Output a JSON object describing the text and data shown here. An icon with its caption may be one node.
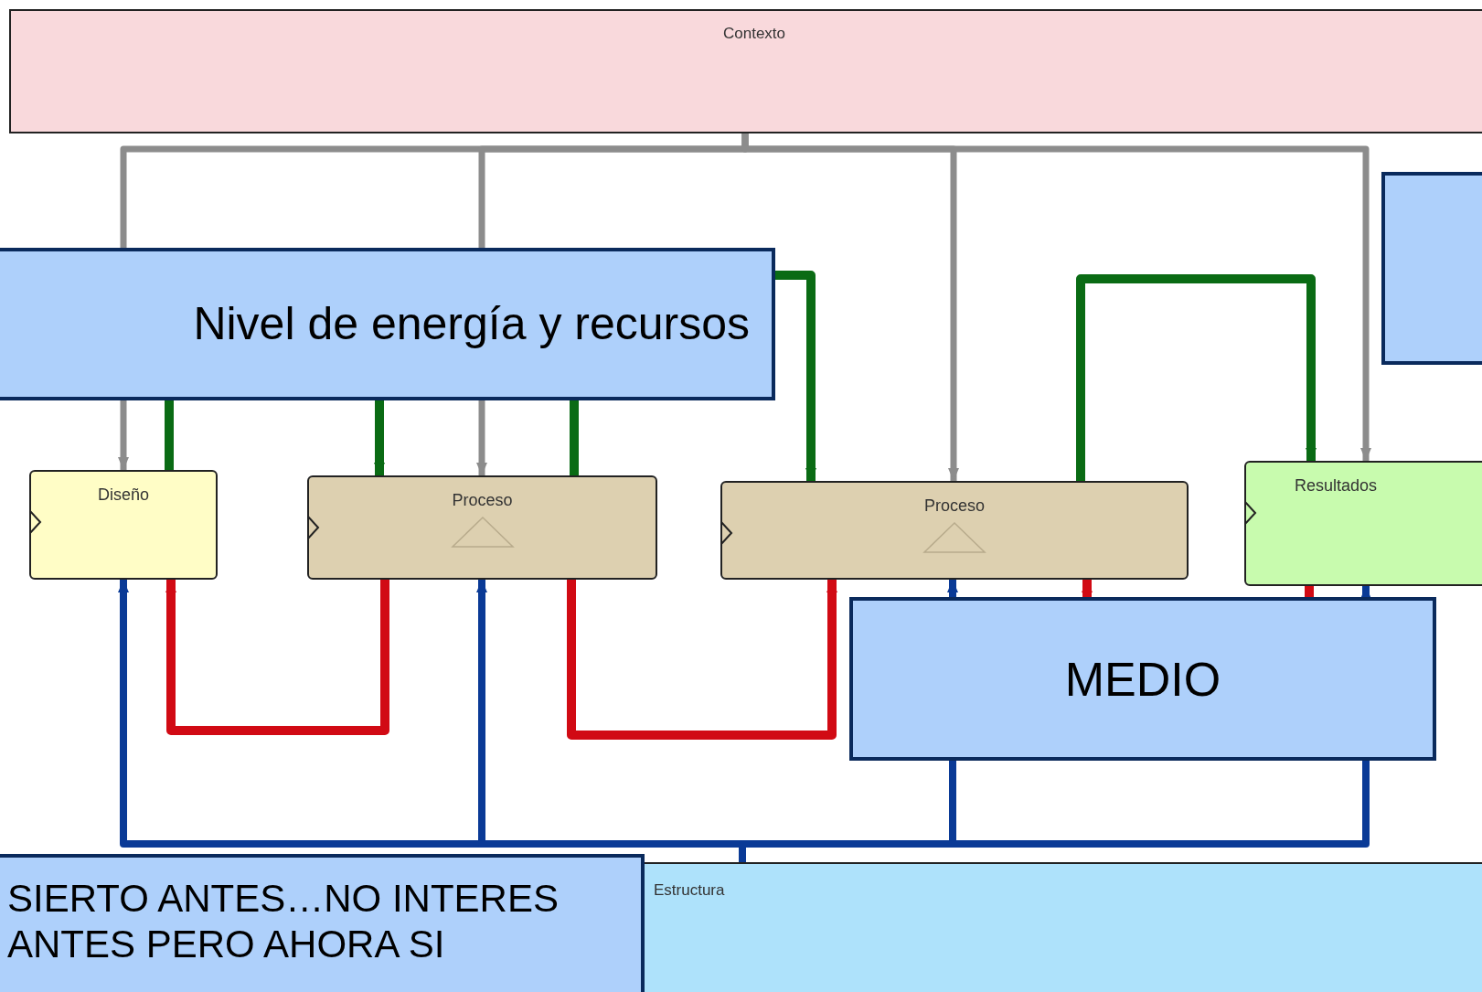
{
  "diagram": {
    "nodes": [
      {
        "text": [
          "Contexto"
        ]
      },
      {
        "text": [
          "Diseño"
        ]
      },
      {
        "text": [
          "Proceso"
        ]
      },
      {
        "text": [
          "Proceso"
        ]
      },
      {
        "text": [
          "Resultados"
        ]
      },
      {
        "text": [
          "Estructura"
        ]
      },
      {
        "text": [
          "Nivel de energía y recursos"
        ]
      },
      {
        "text": [],
        "shape": "box"
      },
      {
        "text": [
          "MEDIO"
        ]
      },
      {
        "text": [
          "SIERTO ANTES…NO INTERES ANTES PERO AHORA SI"
        ]
      }
    ],
    "edges": [
      {
        "from": 0,
        "to": 6,
        "arrow": "none",
        "color": "#8c8c8c"
      },
      {
        "from": 0,
        "to": 6,
        "arrow": "none",
        "color": "#8c8c8c"
      },
      {
        "from": 0,
        "to": 3,
        "arrow": "to",
        "color": "#8c8c8c"
      },
      {
        "from": 0,
        "to": 4,
        "arrow": "to",
        "color": "#8c8c8c"
      },
      {
        "from": 6,
        "to": 1,
        "arrow": "to",
        "color": "#8c8c8c"
      },
      {
        "from": 6,
        "to": 2,
        "arrow": "to",
        "color": "#8c8c8c"
      },
      {
        "from": 6,
        "to": 1,
        "arrow": "none",
        "color": "#0a6b14"
      },
      {
        "from": 6,
        "to": 2,
        "arrow": "to",
        "color": "#0a6b14"
      },
      {
        "from": 6,
        "to": 2,
        "arrow": "none",
        "color": "#0a6b14"
      },
      {
        "from": 6,
        "to": 3,
        "arrow": "to",
        "color": "#0a6b14"
      },
      {
        "from": 3,
        "to": 4,
        "arrow": "to",
        "color": "#0a6b14"
      },
      {
        "from": 2,
        "to": 1,
        "arrow": "to",
        "color": "#d10a14"
      },
      {
        "from": 2,
        "to": 3,
        "arrow": "to",
        "color": "#d10a14"
      },
      {
        "from": 8,
        "to": 3,
        "arrow": "to",
        "color": "#d10a14"
      },
      {
        "from": 8,
        "to": 4,
        "arrow": "to",
        "color": "#d10a14"
      },
      {
        "from": 5,
        "to": 1,
        "arrow": "to",
        "color": "#0a3a96"
      },
      {
        "from": 5,
        "to": 2,
        "arrow": "to",
        "color": "#0a3a96"
      },
      {
        "from": 5,
        "to": 8,
        "arrow": "none",
        "color": "#0a3a96"
      },
      {
        "from": 5,
        "to": 8,
        "arrow": "none",
        "color": "#0a3a96"
      },
      {
        "from": 8,
        "to": 3,
        "arrow": "to",
        "color": "#0a3a96"
      },
      {
        "from": 8,
        "to": 4,
        "arrow": "to",
        "color": "#0a3a96"
      }
    ]
  }
}
